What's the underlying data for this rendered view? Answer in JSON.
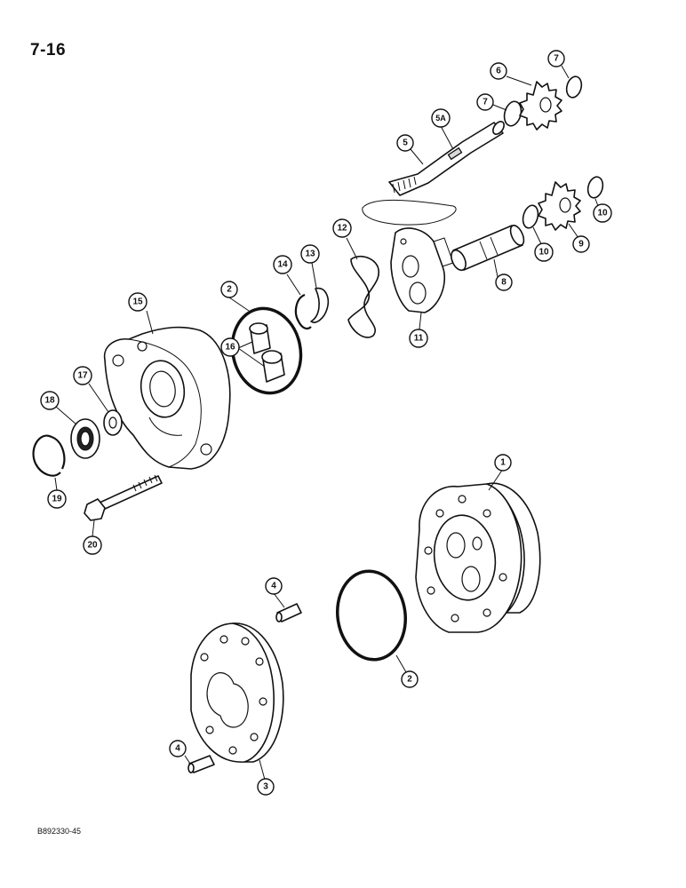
{
  "page": {
    "page_number": "7-16",
    "document_code": "B892330-45"
  },
  "callouts": [
    {
      "id": "c1",
      "label": "1"
    },
    {
      "id": "c2a",
      "label": "2"
    },
    {
      "id": "c2b",
      "label": "2"
    },
    {
      "id": "c3",
      "label": "3"
    },
    {
      "id": "c4a",
      "label": "4"
    },
    {
      "id": "c4b",
      "label": "4"
    },
    {
      "id": "c5",
      "label": "5"
    },
    {
      "id": "c5a",
      "label": "5A"
    },
    {
      "id": "c6",
      "label": "6"
    },
    {
      "id": "c7a",
      "label": "7"
    },
    {
      "id": "c7b",
      "label": "7"
    },
    {
      "id": "c8",
      "label": "8"
    },
    {
      "id": "c9",
      "label": "9"
    },
    {
      "id": "c10a",
      "label": "10"
    },
    {
      "id": "c10b",
      "label": "10"
    },
    {
      "id": "c11",
      "label": "11"
    },
    {
      "id": "c12",
      "label": "12"
    },
    {
      "id": "c13",
      "label": "13"
    },
    {
      "id": "c14",
      "label": "14"
    },
    {
      "id": "c15",
      "label": "15"
    },
    {
      "id": "c16",
      "label": "16"
    },
    {
      "id": "c17",
      "label": "17"
    },
    {
      "id": "c18",
      "label": "18"
    },
    {
      "id": "c19",
      "label": "19"
    },
    {
      "id": "c20",
      "label": "20"
    }
  ]
}
